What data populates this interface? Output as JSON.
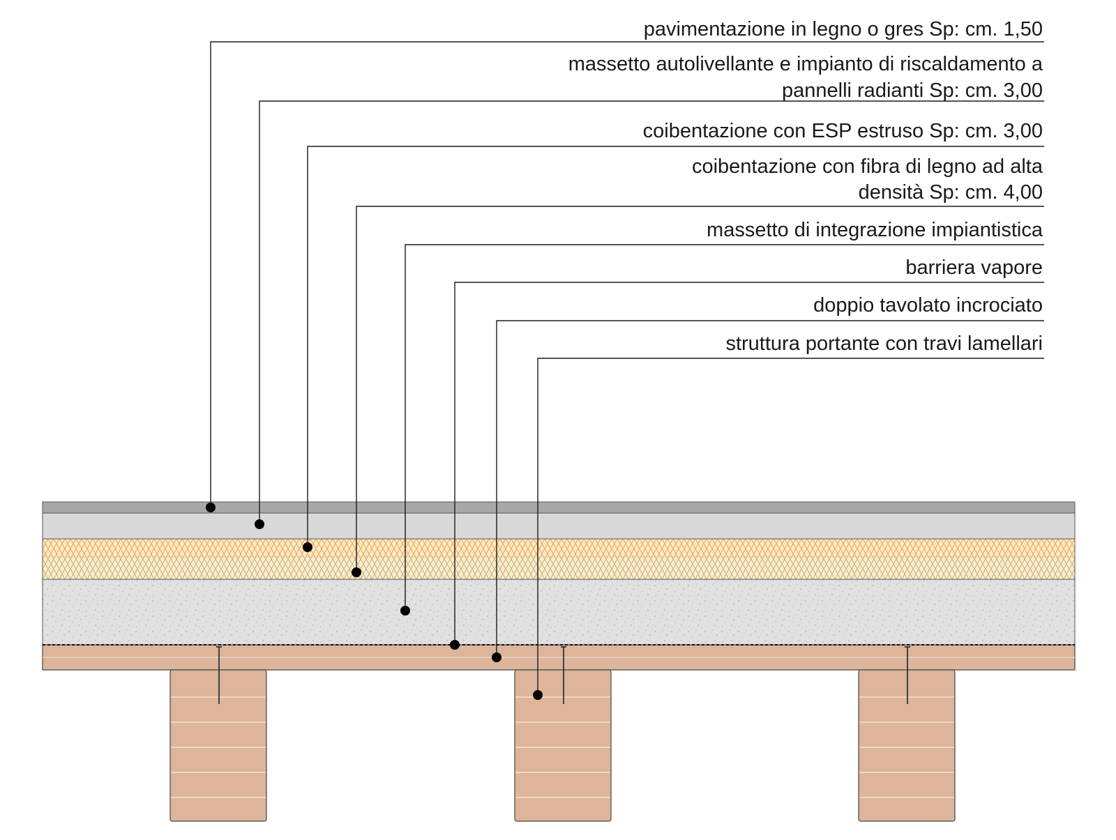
{
  "layers": [
    {
      "id": "pavimentazione",
      "lines": [
        "pavimentazione in legno o gres Sp: cm. 1,50"
      ]
    },
    {
      "id": "massetto-autolivellante",
      "lines": [
        "massetto autolivellante e impianto di riscaldamento a",
        "pannelli radianti  Sp: cm. 3,00"
      ]
    },
    {
      "id": "coibentazione-esp",
      "lines": [
        "coibentazione con ESP estruso Sp: cm. 3,00"
      ]
    },
    {
      "id": "coibentazione-fibra",
      "lines": [
        "coibentazione con fibra di legno ad alta",
        "densità Sp: cm. 4,00"
      ]
    },
    {
      "id": "massetto-integrazione",
      "lines": [
        "massetto di integrazione impiantistica"
      ]
    },
    {
      "id": "barriera-vapore",
      "lines": [
        "barriera vapore"
      ]
    },
    {
      "id": "doppio-tavolato",
      "lines": [
        "doppio tavolato incrociato"
      ]
    },
    {
      "id": "struttura-portante",
      "lines": [
        "struttura portante con travi lamellari"
      ]
    }
  ],
  "colors": {
    "floor_top": "#a8a8a8",
    "screed_light": "#d9d9d9",
    "insulation_fill": "#eaf5cf",
    "insulation_top": "#fbeebb",
    "insulation_zigzag": "#f1a07a",
    "concrete": "#e0e0e0",
    "wood": "#dcb59a",
    "wood_line": "#f2e2d2",
    "line": "#1a1a1a"
  }
}
